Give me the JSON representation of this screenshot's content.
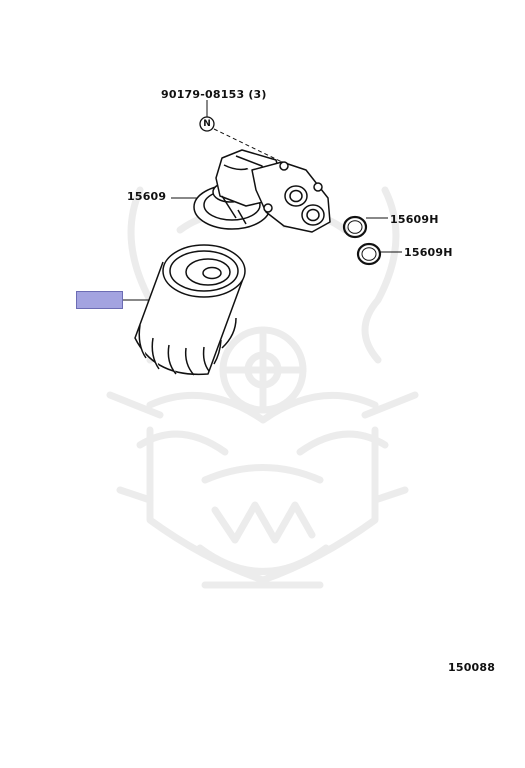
{
  "diagram": {
    "labels": {
      "bolt": "90179-08153 (3)",
      "bolt_symbol": "N",
      "housing": "15609",
      "oring_1": "15609H",
      "oring_2": "15609H",
      "diagram_number": "150088"
    },
    "highlight_color": "#a3a3e0",
    "line_color": "#111111",
    "watermark_color": "#ececec"
  }
}
